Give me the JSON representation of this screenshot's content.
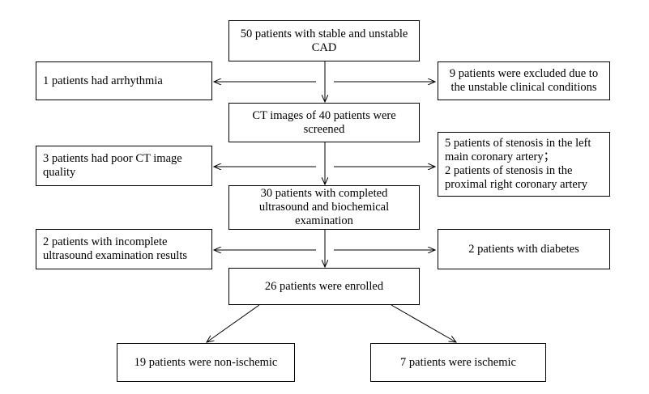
{
  "nodes": {
    "start": "50 patients with stable and unstable CAD",
    "excl_arrhythmia": "1 patients had arrhythmia",
    "excl_unstable": "9 patients were excluded due to the unstable clinical conditions",
    "ct_screened": "CT images of 40 patients were screened",
    "excl_ct_quality": "3 patients had poor  CT image quality",
    "excl_stenosis": "5 patients of stenosis in the left main coronary artery；\n2 patients of stenosis in the proximal right coronary artery",
    "completed_exam": "30 patients with completed ultrasound and biochemical examination",
    "excl_incomplete_us": "2 patients  with incomplete ultrasound examination results",
    "excl_diabetes": "2 patients with diabetes",
    "enrolled": "26 patients were enrolled",
    "non_ischemic": "19 patients were non-ischemic",
    "ischemic": "7 patients were ischemic"
  }
}
